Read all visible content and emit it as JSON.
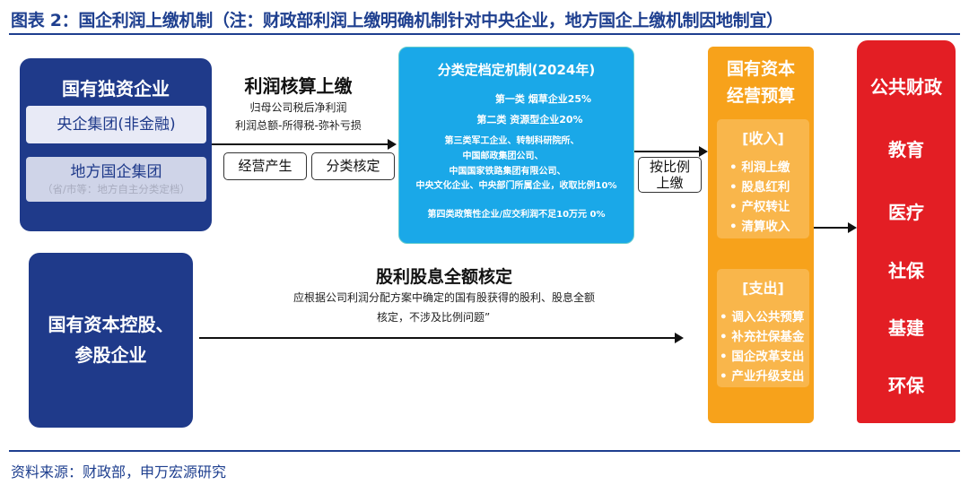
{
  "title": "图表 2：国企利润上缴机制（注：财政部利润上缴明确机制针对中央企业，地方国企上缴机制因地制宜）",
  "sole": {
    "title": "国有独资企业",
    "central": "央企集团(非金融)",
    "local": "地方国企集团",
    "local_note": "（省/市等：地方自主分类定档）"
  },
  "profit": {
    "title": "利润核算上缴",
    "line1": "归母公司税后净利润",
    "line2": "利润总额-所得税-弥补亏损",
    "tag1": "经营产生",
    "tag2": "分类核定"
  },
  "classify": {
    "title": "分类定档定机制(2024年)",
    "c1": "第一类 烟草企业25%",
    "c2": "第二类 资源型企业20%",
    "c3a": "第三类军工企业、转制科研院所、",
    "c3b": "中国邮政集团公司、",
    "c3c": "中国国家铁路集团有限公司、",
    "c3d": "中央文化企业、中央部门所属企业，收取比例10%",
    "c4": "第四类政策性企业/应交利润不足10万元 0%"
  },
  "ratio": {
    "line1": "按比例",
    "line2": "上缴"
  },
  "holding": {
    "line1": "国有资本控股、",
    "line2": "参股企业"
  },
  "dividend": {
    "title": "股利股息全额核定",
    "line1": "应根据公司利润分配方案中确定的国有股获得的股利、股息全额",
    "line2": "核定，不涉及比例问题”"
  },
  "budget": {
    "title1": "国有资本",
    "title2": "经营预算",
    "income_title": "[收入]",
    "income": [
      "• 利润上缴",
      "• 股息红利",
      "• 产权转让",
      "• 清算收入"
    ],
    "expense_title": "[支出]",
    "expense": [
      "• 调入公共预算",
      "• 补充社保基金",
      "• 国企改革支出",
      "• 产业升级支出"
    ]
  },
  "public": {
    "items": [
      "公共财政",
      "教育",
      "医疗",
      "社保",
      "基建",
      "环保"
    ]
  },
  "source": "资料来源：财政部，申万宏源研究",
  "colors": {
    "navy": "#1f3a8a",
    "cyan": "#1aa8e8",
    "orange": "#f7a21b",
    "red": "#e31e24"
  }
}
